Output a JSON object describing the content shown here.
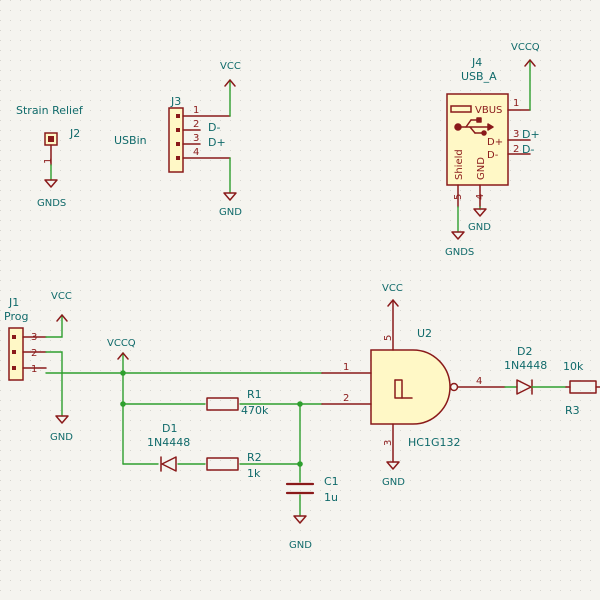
{
  "colors": {
    "background": "#f5f4ef",
    "wire": "#2e9f2e",
    "symbol": "#8a1a1a",
    "symbol_fill": "#fff8c6",
    "text": "#106a6a"
  },
  "power": {
    "vcc": "VCC",
    "vccq": "VCCQ",
    "gnd": "GND",
    "gnds": "GNDS"
  },
  "strain_relief": {
    "ref": "J2",
    "value": "Strain Relief",
    "pin": "1"
  },
  "j3": {
    "ref": "J3",
    "value": "USBin",
    "pins": [
      "1",
      "2",
      "3",
      "4"
    ],
    "nets": [
      "D-",
      "D+"
    ]
  },
  "j4": {
    "ref": "J4",
    "value": "USB_A",
    "pin_names": [
      "VBUS",
      "D+",
      "D-",
      "Shield",
      "GND"
    ],
    "pins": [
      "1",
      "3",
      "2",
      "5",
      "4"
    ],
    "nets": [
      "D+",
      "D-"
    ]
  },
  "j1": {
    "ref": "J1",
    "value": "Prog",
    "pins": [
      "3",
      "2",
      "1"
    ]
  },
  "u2": {
    "ref": "U2",
    "value": "HC1G132",
    "pins": [
      "5",
      "1",
      "2",
      "4",
      "3"
    ]
  },
  "r1": {
    "ref": "R1",
    "value": "470k"
  },
  "r2": {
    "ref": "R2",
    "value": "1k"
  },
  "r3": {
    "ref": "R3",
    "value": "10k"
  },
  "c1": {
    "ref": "C1",
    "value": "1u"
  },
  "d1": {
    "ref": "D1",
    "value": "1N4448"
  },
  "d2": {
    "ref": "D2",
    "value": "1N4448"
  }
}
